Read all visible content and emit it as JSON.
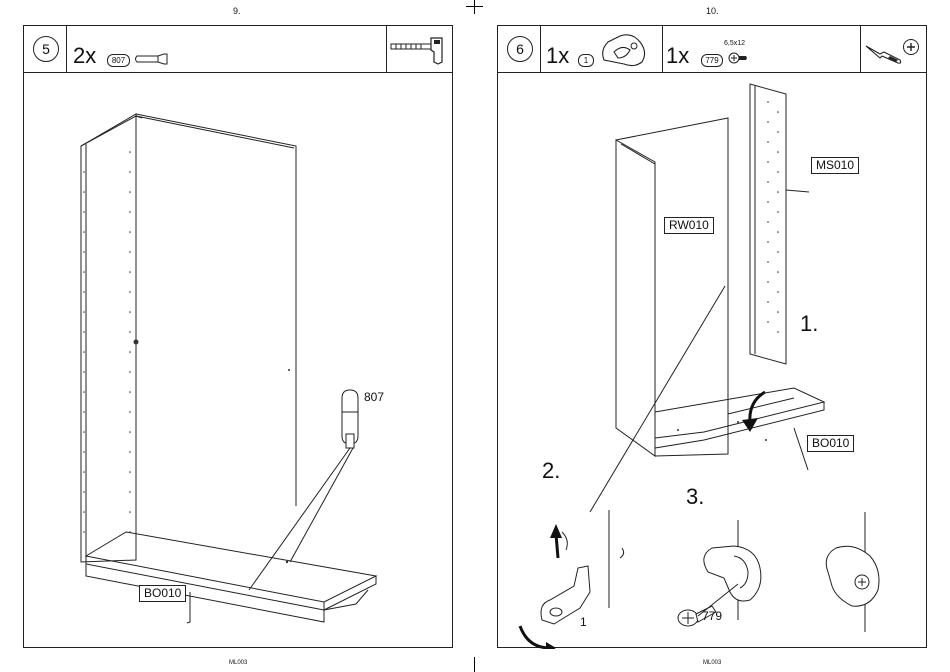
{
  "pages": [
    {
      "page_number": "9.",
      "step": "5",
      "parts": [
        {
          "qty": "2x",
          "part_id": "807"
        }
      ],
      "labels": {
        "bottom_board": "BO010",
        "dowel": "807"
      },
      "icons": [
        "dowel-icon",
        "hammer-icon"
      ],
      "footer_code": "ML003"
    },
    {
      "page_number": "10.",
      "step": "6",
      "parts": [
        {
          "qty": "1x",
          "part_id": "1"
        },
        {
          "qty": "1x",
          "part_id": "779",
          "size": "6,5x12"
        }
      ],
      "labels": {
        "side_panel": "RW010",
        "middle_panel": "MS010",
        "bottom_board": "BO010",
        "bracket": "1",
        "screw": "779"
      },
      "substeps": [
        "1.",
        "2.",
        "3."
      ],
      "icons": [
        "connector-icon",
        "screw-icon",
        "screwdriver-icon",
        "phillips-head-icon"
      ],
      "footer_code": "ML003"
    }
  ]
}
